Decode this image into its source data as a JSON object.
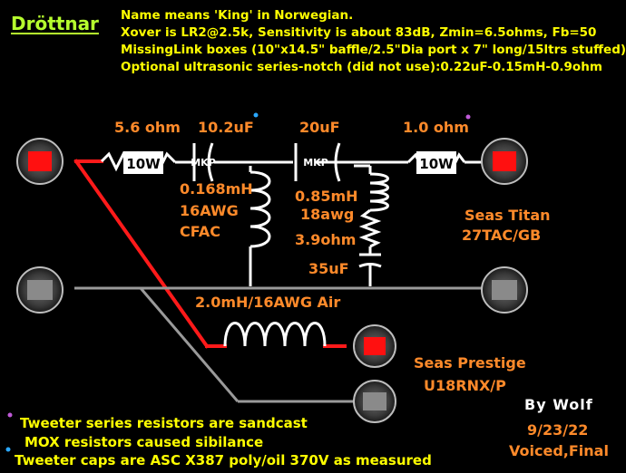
{
  "header": {
    "title": "Dröttnar",
    "notes": [
      "Name means 'King' in Norwegian.",
      "Xover is LR2@2.5k, Sensitivity is about 83dB, Zmin=6.5ohms, Fb=50",
      "MissingLink boxes (10\"x14.5\" baffle/2.5\"Dia port x 7\" long/15ltrs stuffed)",
      "Optional ultrasonic series-notch (did not use):0.22uF-0.15mH-0.9ohm"
    ]
  },
  "components": {
    "r1": "5.6 ohm",
    "c1": "10.2uF",
    "c2": "20uF",
    "r2": "1.0 ohm",
    "l1": [
      "0.168mH",
      "16AWG",
      "CFAC"
    ],
    "l2": [
      "0.85mH",
      "18awg"
    ],
    "r3": "3.9ohm",
    "c3": "35uF",
    "l3": "2.0mH/16AWG  Air"
  },
  "parts": {
    "resistor_rating": "10W",
    "cap_type": "MKP"
  },
  "drivers": {
    "tweeter": [
      "Seas Titan",
      "27TAC/GB"
    ],
    "woofer": [
      "Seas  Prestige",
      "U18RNX/P"
    ]
  },
  "signature": {
    "author": "By Wolf",
    "date": "9/23/22",
    "status": "Voiced,Final"
  },
  "footnotes": [
    "Tweeter series resistors are sandcast",
    "MOX resistors caused sibilance",
    "Tweeter caps are ASC X387 poly/oil  370V as measured"
  ],
  "colors": {
    "background": "#000000",
    "title": "#b6ff2e",
    "notes": "#ffff00",
    "labels": "#ff8a2a",
    "positive_wire": "#ff1a1a",
    "negative_wire": "#9a9a9a",
    "component": "#ffffff",
    "dot_blue": "#2aa8ff",
    "dot_purple": "#c05ad8"
  }
}
